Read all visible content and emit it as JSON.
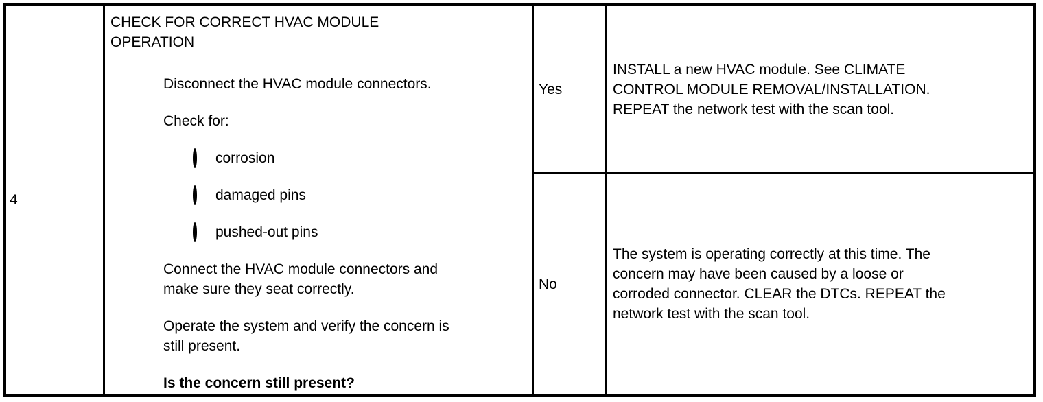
{
  "colors": {
    "border": "#000000",
    "background": "#ffffff",
    "text": "#000000"
  },
  "procedure": {
    "step_number": "4",
    "title": "CHECK FOR CORRECT HVAC MODULE\nOPERATION",
    "bullets": [
      {
        "level": 1,
        "bold": false,
        "text": "Disconnect the HVAC module connectors."
      },
      {
        "level": 1,
        "bold": false,
        "text": "Check for:"
      },
      {
        "level": 2,
        "bold": false,
        "text": "corrosion"
      },
      {
        "level": 2,
        "bold": false,
        "text": "damaged pins"
      },
      {
        "level": 2,
        "bold": false,
        "text": "pushed-out pins"
      },
      {
        "level": 1,
        "bold": false,
        "text": "Connect the HVAC module connectors and\nmake sure they seat correctly."
      },
      {
        "level": 1,
        "bold": false,
        "text": "Operate the system and verify the concern is\nstill present."
      },
      {
        "level": 1,
        "bold": true,
        "text": "Is the concern still present?"
      }
    ],
    "results": [
      {
        "label": "Yes",
        "action": "INSTALL a new HVAC module. See CLIMATE\nCONTROL MODULE REMOVAL/INSTALLATION.\nREPEAT the network test with the scan tool."
      },
      {
        "label": "No",
        "action": "The system is operating correctly at this time. The\nconcern may have been caused by a loose or\ncorroded connector. CLEAR the DTCs. REPEAT the\nnetwork test with the scan tool."
      }
    ]
  }
}
